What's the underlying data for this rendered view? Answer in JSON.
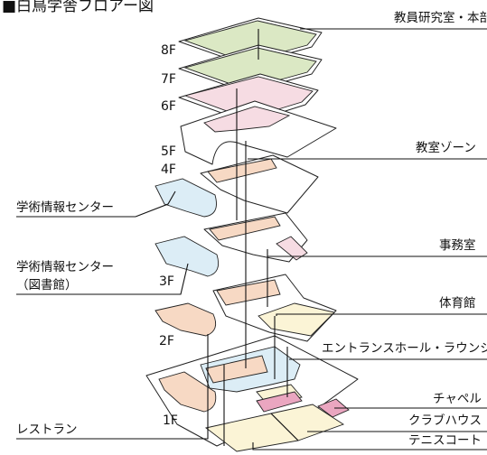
{
  "title": "■白鳥学舎フロアー図",
  "floors": {
    "f8": "8F",
    "f7": "7F",
    "f6": "6F",
    "f5": "5F",
    "f4": "4F",
    "f3": "3F",
    "f2": "2F",
    "f1": "1F"
  },
  "callouts": {
    "faculty": "教員研究室・本部",
    "classroom": "教室ゾーン",
    "office": "事務室",
    "gym": "体育館",
    "entrance": "エントランスホール・ラウンジ",
    "chapel": "チャペル",
    "clubhouse": "クラブハウス",
    "tennis": "テニスコート",
    "infocenter": "学術情報センター",
    "library_a": "学術情報センター",
    "library_b": "（図書館）",
    "restaurant": "レストラン"
  },
  "colors": {
    "faculty_zone": "#dbe8c4",
    "classroom_zone": "#f6dce3",
    "office_zone": "#f7d9c4",
    "info_center": "#dcedf6",
    "sports_zone": "#fbf4d6",
    "chapel": "#eaa6c0"
  }
}
